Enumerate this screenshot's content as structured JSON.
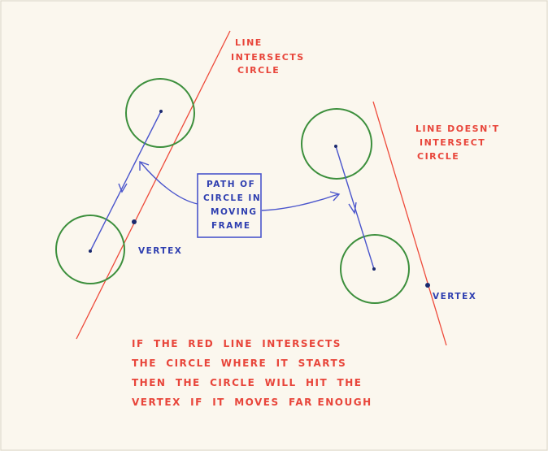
{
  "colors": {
    "paper": "#fbf7ee",
    "red_line": "#ee4a3a",
    "red_text": "#e8453a",
    "circle": "#3c8f3c",
    "path": "#4a55cc",
    "label_blue": "#2f3fb0",
    "vertex_dot": "#1b2a6e"
  },
  "labels": {
    "line_intersects": [
      "LINE",
      "INTERSECTS",
      "CIRCLE"
    ],
    "line_doesnt": [
      "LINE DOESN'T",
      "INTERSECT",
      "CIRCLE"
    ],
    "path_box": [
      "PATH OF",
      "CIRCLE IN",
      "MOVING",
      "FRAME"
    ],
    "vertex_left": "VERTEX",
    "vertex_right": "VERTEX",
    "caption": [
      "IF  THE  RED  LINE  INTERSECTS",
      "THE  CIRCLE  WHERE  IT  STARTS",
      "THEN  THE  CIRCLE  WILL  HIT  THE",
      "VERTEX  IF  IT  MOVES  FAR ENOUGH"
    ]
  }
}
